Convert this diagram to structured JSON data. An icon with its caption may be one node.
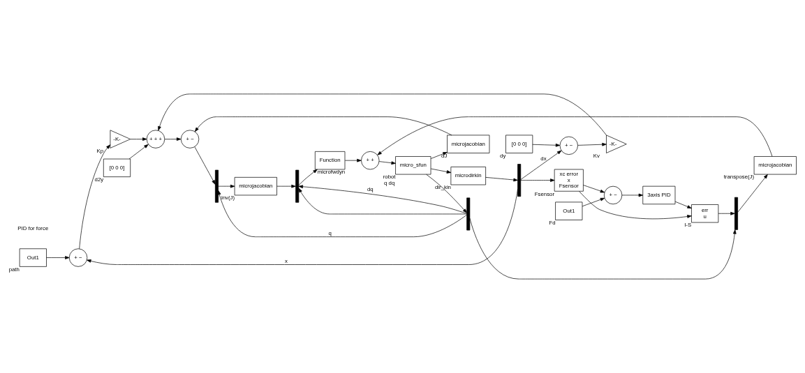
{
  "diagram": {
    "nodes": [
      {
        "text": [
          "Out1"
        ],
        "beside": [
          "path"
        ]
      },
      {
        "text": [
          "+ −"
        ]
      },
      {
        "text": [
          "-K-"
        ],
        "beside": [
          "Kp"
        ]
      },
      {
        "text": [
          "[0 0 0]"
        ],
        "beside": [
          "dy"
        ]
      },
      {
        "text": [
          "+ −"
        ]
      },
      {
        "text": [
          "-K-"
        ],
        "beside": [
          "Kv"
        ]
      },
      {
        "text": [
          "[0 0 0]"
        ],
        "beside": [
          "d2y"
        ]
      },
      {
        "text": [
          "+ + +"
        ]
      },
      {
        "text": [
          "+ −"
        ]
      },
      {
        "text": [],
        "shape": "bar"
      },
      {
        "text": [
          "microjacobian"
        ],
        "beside": [
          "inv(J)"
        ]
      },
      {
        "text": [],
        "shape": "bar"
      },
      {
        "text": [],
        "shape": "bar"
      },
      {
        "text": [
          "Function"
        ],
        "beside": [
          "microfwdyn"
        ]
      },
      {
        "text": [
          "+ +"
        ]
      },
      {
        "text": [
          "micro_sfun"
        ],
        "beside": [
          "robot",
          "q dq"
        ]
      },
      {
        "text": [],
        "shape": "bar"
      },
      {
        "text": [
          "microjacobian"
        ],
        "beside": [
          "transpose(J)"
        ]
      },
      {
        "text": [
          "microjacobian"
        ],
        "beside": [
          "dJ"
        ]
      },
      {
        "text": [
          "xc error",
          "x",
          "Fsensor"
        ],
        "beside": [
          "Fsensor"
        ]
      },
      {
        "text": [
          "Out1"
        ],
        "beside": [
          "Fd"
        ]
      },
      {
        "text": [
          "+ −"
        ]
      },
      {
        "text": [
          "3axis PID"
        ]
      },
      {
        "text": [
          "err",
          "u"
        ],
        "beside": [
          "I-S"
        ]
      },
      {
        "text": [
          "microdirkin"
        ],
        "beside": [
          "dir_kin"
        ]
      },
      {
        "text": [],
        "shape": "bar"
      }
    ],
    "edges": [
      {
        "from": 0,
        "to": 1,
        "arrow": "to"
      },
      {
        "from": 1,
        "to": 2,
        "arrow": "to"
      },
      {
        "from": 2,
        "to": 7,
        "arrow": "to"
      },
      {
        "from": 3,
        "to": 4,
        "arrow": "to"
      },
      {
        "from": 4,
        "to": 5,
        "arrow": "to"
      },
      {
        "from": 5,
        "to": 7,
        "arrow": "to"
      },
      {
        "from": 6,
        "to": 7,
        "arrow": "to"
      },
      {
        "from": 7,
        "to": 8,
        "arrow": "to"
      },
      {
        "from": 8,
        "to": 9,
        "arrow": "to"
      },
      {
        "from": 9,
        "to": 10,
        "arrow": "to"
      },
      {
        "from": 10,
        "to": 12,
        "arrow": "to"
      },
      {
        "from": 12,
        "to": 13,
        "arrow": "to"
      },
      {
        "from": 13,
        "to": 14,
        "arrow": "to"
      },
      {
        "from": 14,
        "to": 15,
        "arrow": "to"
      },
      {
        "from": 15,
        "to": 11,
        "arrow": "to"
      },
      {
        "from": 11,
        "to": 9,
        "arrow": "to",
        "label": "q"
      },
      {
        "from": 11,
        "to": 12,
        "arrow": "to"
      },
      {
        "from": 11,
        "to": 12,
        "arrow": "to",
        "label": "dq"
      },
      {
        "from": 11,
        "to": 16,
        "arrow": "to"
      },
      {
        "from": 23,
        "to": 16,
        "arrow": "to"
      },
      {
        "from": 16,
        "to": 17,
        "arrow": "to"
      },
      {
        "from": 17,
        "to": 14,
        "arrow": "to"
      },
      {
        "from": 15,
        "to": 18,
        "arrow": "to"
      },
      {
        "from": 18,
        "to": 8,
        "arrow": "to"
      },
      {
        "from": 15,
        "to": 24,
        "arrow": "to"
      },
      {
        "from": 24,
        "to": 25,
        "arrow": "to"
      },
      {
        "from": 25,
        "to": 1,
        "arrow": "to",
        "label": "x"
      },
      {
        "from": 25,
        "to": 4,
        "arrow": "to",
        "label": "dx"
      },
      {
        "from": 25,
        "to": 19,
        "arrow": "to"
      },
      {
        "from": 19,
        "to": 23,
        "arrow": "to"
      },
      {
        "from": 19,
        "to": 21,
        "arrow": "to"
      },
      {
        "from": 20,
        "to": 21,
        "arrow": "to"
      },
      {
        "from": 21,
        "to": 22,
        "arrow": "to"
      },
      {
        "from": 22,
        "to": 23,
        "arrow": "to"
      }
    ],
    "labels": [
      "PID for force"
    ]
  }
}
